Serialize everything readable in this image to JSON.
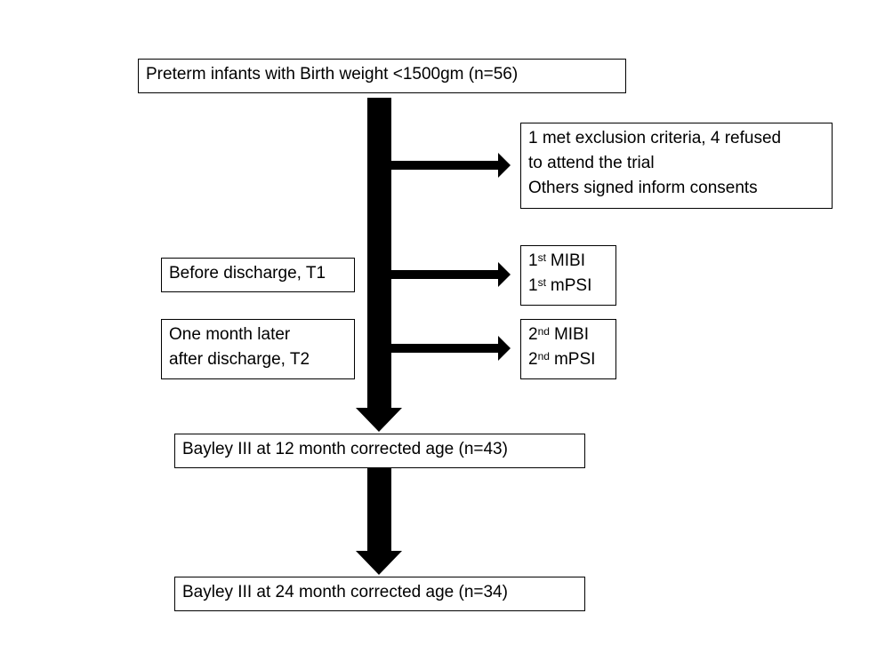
{
  "diagram": {
    "top_box": "Preterm infants with Birth weight <1500gm (n=56)",
    "exclusion_box": {
      "line1": "1 met exclusion criteria, 4 refused",
      "line2": "to attend the trial",
      "line3": "Others signed inform consents"
    },
    "t1_label": "Before discharge, T1",
    "t1_results": [
      {
        "ordinal": "1",
        "suffix": "st",
        "text": "MIBI"
      },
      {
        "ordinal": "1",
        "suffix": "st",
        "text": "mPSI"
      }
    ],
    "t2_label": {
      "line1": "One month later",
      "line2": "after discharge, T2"
    },
    "t2_results": [
      {
        "ordinal": "2",
        "suffix": "nd",
        "text": "MIBI"
      },
      {
        "ordinal": "2",
        "suffix": "nd",
        "text": "mPSI"
      }
    ],
    "bayley_12": "Bayley III at 12 month corrected age (n=43)",
    "bayley_24": "Bayley III at 24 month corrected age (n=34)"
  }
}
